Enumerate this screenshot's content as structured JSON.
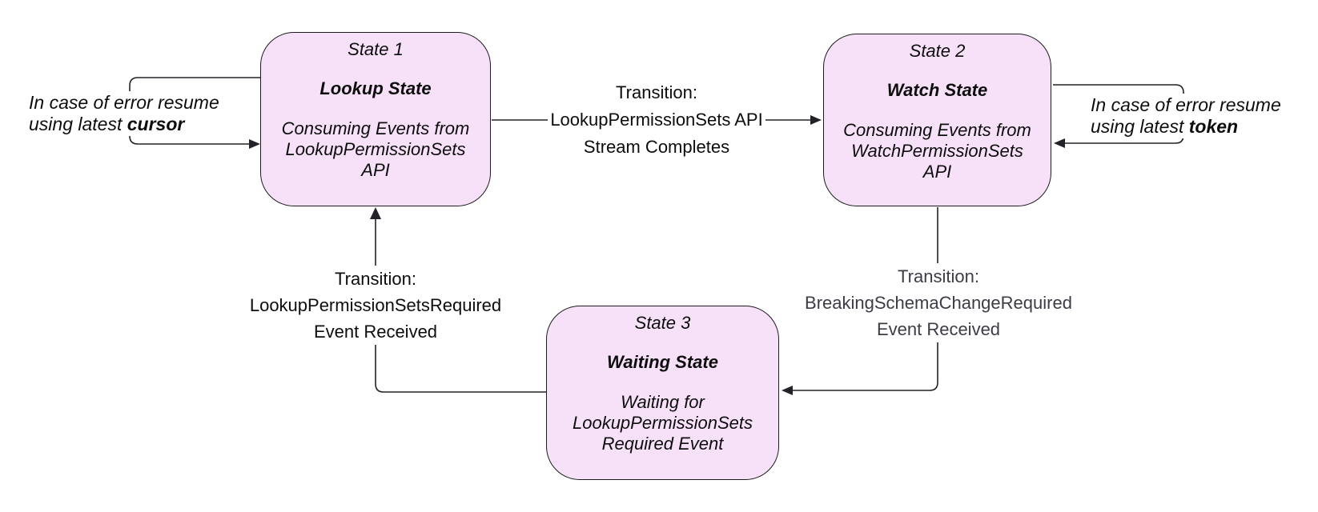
{
  "diagram": {
    "colors": {
      "state_fill": "#f7e1f9",
      "state_border": "#1c1c1c",
      "connector": "#222228",
      "text_primary": "#0d0d0d",
      "text_muted": "#3c3c46",
      "background": "#ffffff"
    },
    "states": [
      {
        "label": "State 1",
        "name": "Lookup State",
        "description_lines": [
          "Consuming Events from",
          "LookupPermissionSets",
          "API"
        ]
      },
      {
        "label": "State 2",
        "name": "Watch State",
        "description_lines": [
          "Consuming Events from",
          "WatchPermissionSets",
          "API"
        ]
      },
      {
        "label": "State 3",
        "name": "Waiting State",
        "description_lines": [
          "Waiting for",
          "LookupPermissionSets",
          "Required Event"
        ]
      }
    ],
    "transitions": [
      {
        "from": "State 1",
        "to": "State 2",
        "label_line1": "Transition:",
        "label_line2": "LookupPermissionSets API",
        "label_line3": "Stream Completes"
      },
      {
        "from": "State 2",
        "to": "State 3",
        "label_line1": "Transition:",
        "label_line2": "BreakingSchemaChangeRequired",
        "label_line3": "Event Received"
      },
      {
        "from": "State 3",
        "to": "State 1",
        "label_line1": "Transition:",
        "label_line2": "LookupPermissionSetsRequired",
        "label_line3": "Event Received"
      }
    ],
    "annotations": [
      {
        "attached_to": "State 1",
        "line1": "In case of error resume",
        "line2_prefix": "using latest ",
        "line2_bold": "cursor"
      },
      {
        "attached_to": "State 2",
        "line1": "In case of error resume",
        "line2_prefix": "using latest ",
        "line2_bold": "token"
      }
    ]
  }
}
